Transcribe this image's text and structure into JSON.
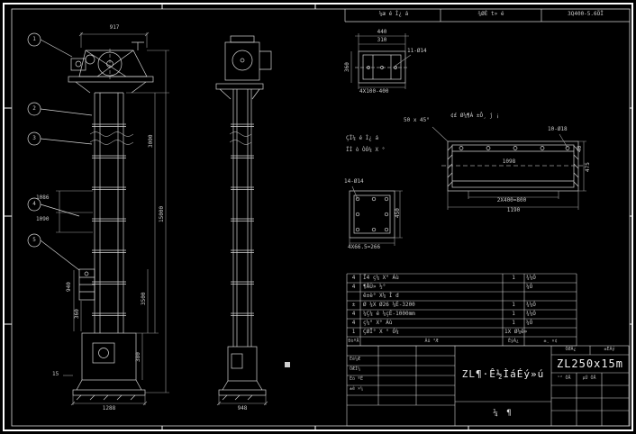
{
  "colors": {
    "background": "#000000",
    "lines": "#d4d4d4",
    "dim_lines": "#9f9f9f",
    "text": "#c9c9c9"
  },
  "header_strip": {
    "col1": "¼æ é Ì¿ á",
    "col2": "¾ØÈ t» é",
    "col3": "3Q400-5.6ÖÏ"
  },
  "front_view": {
    "balloons": [
      "1",
      "2",
      "3",
      "4",
      "5"
    ],
    "dim_top": "917",
    "dim_left_1": "1086",
    "dim_left_2": "1090",
    "dim_left_v1": "940",
    "dim_left_v2": "360",
    "dim_right_v1": "3000",
    "dim_right_v2": "15000",
    "dim_right_v3": "3500",
    "dim_right_v4": "380",
    "dim_bottom": "1288",
    "dim_small": "15"
  },
  "side_view": {
    "dim_bottom": "948"
  },
  "detail_channel": {
    "dim_width_outer": "440",
    "dim_width_inner": "310",
    "holes_note": "11-Ø14",
    "dim_bottom": "4X100-400",
    "dim_left": "360"
  },
  "detail_beam": {
    "caption": "¢£ Ø¼¶Á ±Ô¸ j ¡",
    "chamfer_note": "50 x 45°",
    "holes_note": "10-Ø18",
    "dim_inner": "1098",
    "dim_edge": "40",
    "dim_height": "475",
    "dim_bottom_1": "2X400=800",
    "dim_bottom_2": "1190"
  },
  "detail_plate": {
    "caption_1": "ÇÏ¼ é Ì¿ á",
    "caption_2": "ÏÍ ò ÒÓ¼ X °",
    "holes_note": "14-Ø14",
    "dim_right": "450",
    "dim_bottom": "4X66.5=266"
  },
  "parts_table": {
    "rows": [
      [
        "4",
        "Ï4 ç¼ X° Áù",
        "1",
        "¾¼Ó"
      ],
      [
        "4",
        "¶ÅÜ» ½°",
        "",
        "¼Ó"
      ],
      [
        "",
        "ê±è° X¼ Ì d",
        "",
        ""
      ],
      [
        "±",
        "Ø ¼X Ø26 ¼É-3200",
        "1",
        "¾¼Ó"
      ],
      [
        "4",
        "¼Ç¼ é ¼çÉ-1000mm",
        "1",
        "¾¼Ó"
      ],
      [
        "4",
        "ç¼° X° Áù",
        "1",
        "¼Ó"
      ],
      [
        "1",
        "ÇØÏ° X ° Ó¼",
        "1X Ø¼ê»",
        ""
      ]
    ],
    "header": [
      "ÐòºÅ",
      "Ãû ³Æ",
      "ÊýÁ¿",
      "±¸ ×¢"
    ]
  },
  "title_block": {
    "fields": [
      "Éè¼Æ",
      "ÖÆÍ¼",
      "Éó ºË",
      "±ê ×¼"
    ],
    "product_title": "ZL¶·Ê½ÌáÉý»ú",
    "model": "ZL250x15m",
    "weight_label": "ÖØÁ¿",
    "scale_label": "±ÈÀý",
    "sheet_total": "¹²  ÕÅ",
    "sheet_no": "µÚ  ÕÅ",
    "bottom_label": "¼  ¶"
  }
}
